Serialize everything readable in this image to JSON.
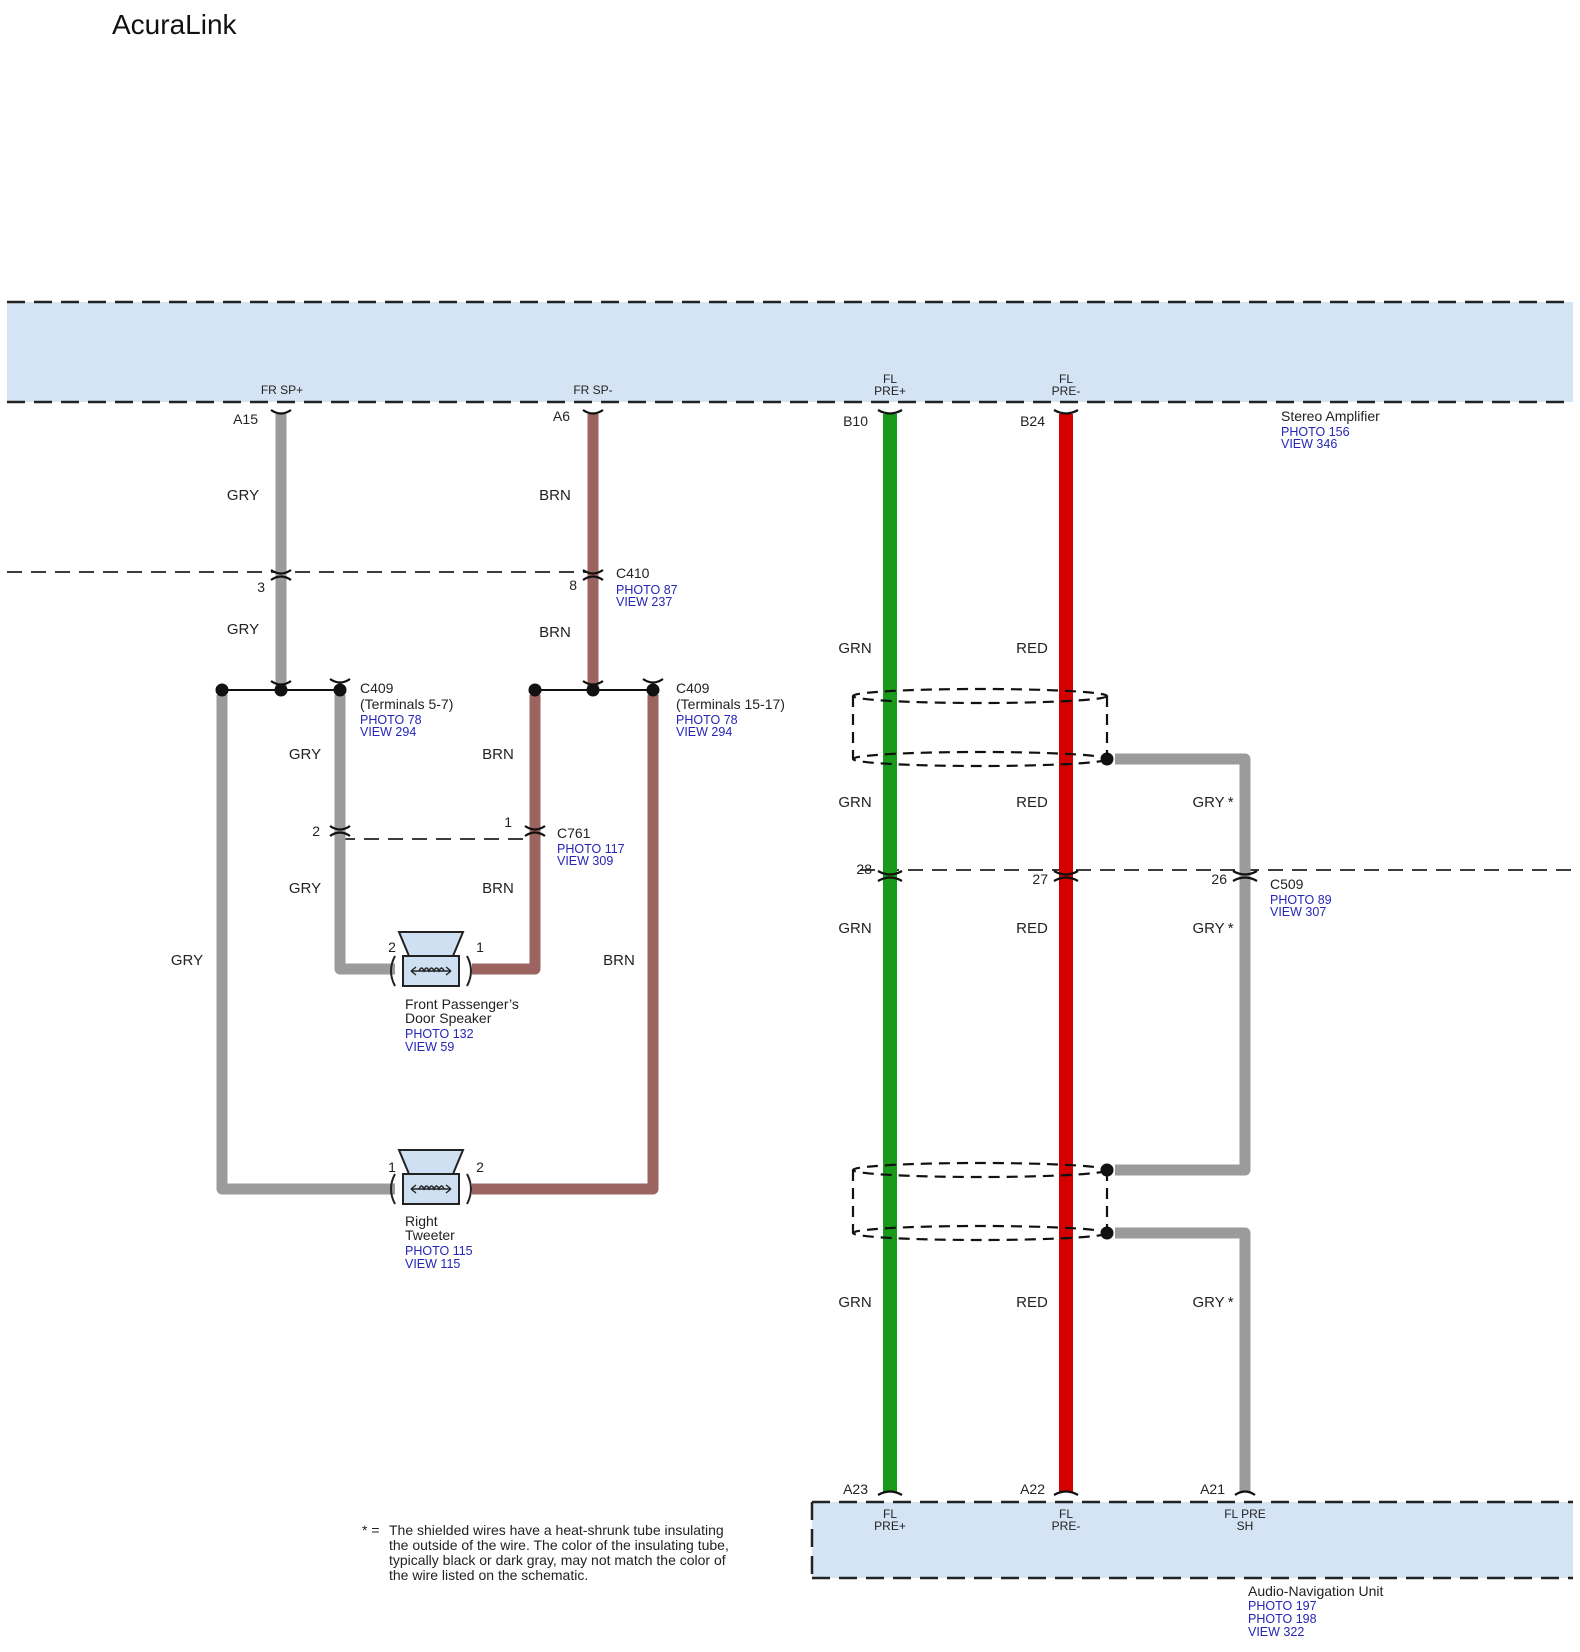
{
  "title": "AcuraLink",
  "colors": {
    "GRY": "#9b9b9b",
    "BRN": "#9c6461",
    "GRN": "#1a9a1a",
    "RED": "#d40000",
    "module_fill": "#d4e4f4",
    "ref_text": "#2525b8"
  },
  "stereo_amplifier": {
    "name": "Stereo Amplifier",
    "refs": [
      "PHOTO 156",
      "VIEW 346"
    ],
    "signals": [
      "FR SP+",
      "FR SP-",
      "FL PRE+",
      "FL PRE-"
    ],
    "pins": [
      "A15",
      "A6",
      "B10",
      "B24"
    ]
  },
  "c410": {
    "name": "C410",
    "refs": [
      "PHOTO 87",
      "VIEW 237"
    ],
    "pins": [
      "3",
      "8"
    ]
  },
  "c409_a": {
    "name": "C409",
    "terminals": "(Terminals 5-7)",
    "refs": [
      "PHOTO 78",
      "VIEW 294"
    ]
  },
  "c409_b": {
    "name": "C409",
    "terminals": "(Terminals 15-17)",
    "refs": [
      "PHOTO 78",
      "VIEW 294"
    ]
  },
  "c761": {
    "name": "C761",
    "refs": [
      "PHOTO 117",
      "VIEW 309"
    ],
    "pins": [
      "2",
      "1"
    ]
  },
  "c509": {
    "name": "C509",
    "refs": [
      "PHOTO 89",
      "VIEW 307"
    ],
    "pins": [
      "28",
      "27",
      "26"
    ]
  },
  "door_speaker": {
    "name_lines": [
      "Front Passenger’s",
      "Door Speaker"
    ],
    "refs": [
      "PHOTO 132",
      "VIEW 59"
    ],
    "pins": [
      "2",
      "1"
    ]
  },
  "tweeter": {
    "name_lines": [
      "Right",
      "Tweeter"
    ],
    "refs": [
      "PHOTO 115",
      "VIEW 115"
    ],
    "pins": [
      "1",
      "2"
    ]
  },
  "audio_nav_unit": {
    "name": "Audio-Navigation Unit",
    "refs": [
      "PHOTO 197",
      "PHOTO 198",
      "VIEW 322"
    ],
    "signals": [
      "FL PRE+",
      "FL PRE-",
      "FL PRE SH"
    ],
    "pins": [
      "A23",
      "A22",
      "A21"
    ]
  },
  "wire_labels": {
    "gry": "GRY",
    "brn": "BRN",
    "grn": "GRN",
    "red": "RED",
    "gry_shield": "GRY *"
  },
  "footnote": {
    "marker": "* =",
    "lines": [
      "The shielded wires have a heat-shrunk tube insulating",
      "the outside of the wire. The color of the insulating tube,",
      "typically black or dark gray, may not match the color of",
      "the wire listed on the schematic."
    ]
  }
}
